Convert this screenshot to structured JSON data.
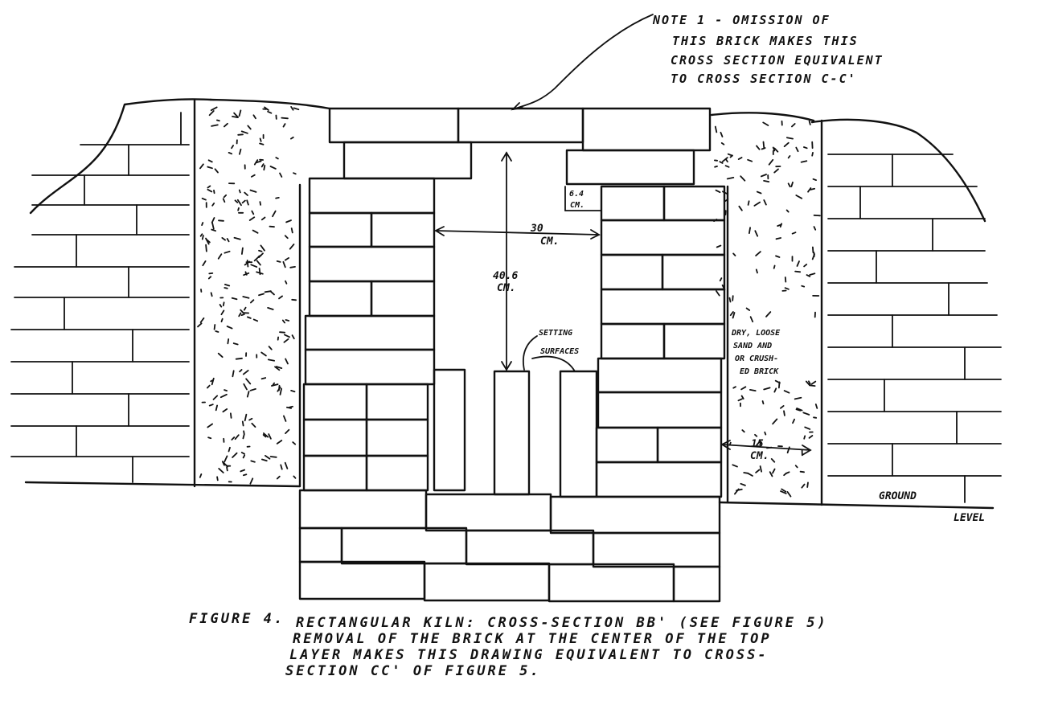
{
  "note": {
    "lines": [
      "NOTE 1 - OMISSION OF",
      "THIS BRICK MAKES THIS",
      "CROSS SECTION EQUIVALENT",
      "TO CROSS SECTION C-C'"
    ]
  },
  "dimensions": {
    "width_value": "30",
    "width_unit": "CM.",
    "height_value": "40.6",
    "height_unit": "CM.",
    "small_value": "6.4",
    "small_unit": "CM.",
    "fill_value": "15",
    "fill_unit": "CM."
  },
  "labels": {
    "setting_1": "SETTING",
    "setting_2": "SURFACES",
    "fill_1": "DRY, LOOSE",
    "fill_2": "SAND AND",
    "fill_3": "OR CRUSH-",
    "fill_4": "ED BRICK",
    "ground_1": "GROUND",
    "ground_2": "LEVEL"
  },
  "caption": {
    "figure": "FIGURE 4.",
    "line1": "RECTANGULAR KILN: CROSS-SECTION BB' (SEE FIGURE 5)",
    "line2": "REMOVAL OF THE BRICK AT THE CENTER OF THE TOP",
    "line3": "LAYER MAKES THIS DRAWING EQUIVALENT TO CROSS-",
    "line4": "SECTION CC' OF FIGURE 5."
  }
}
